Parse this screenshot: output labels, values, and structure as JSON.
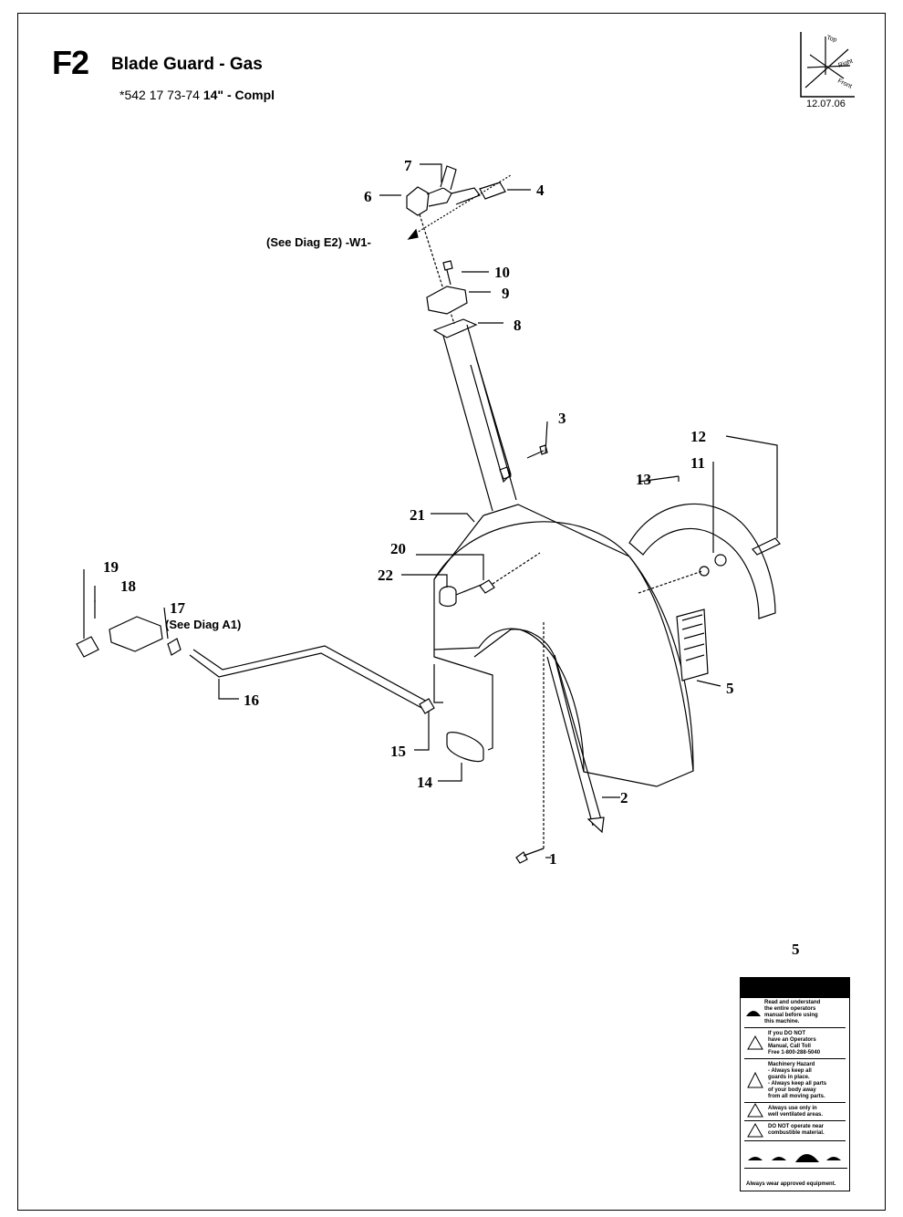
{
  "header": {
    "code": "F2",
    "title": "Blade Guard - Gas",
    "part_number": "*542 17 73-74",
    "part_size": "14\" - Compl"
  },
  "orientation": {
    "labels": [
      "Top",
      "Right",
      "Front"
    ],
    "date": "12.07.06"
  },
  "callouts": [
    {
      "id": "c1",
      "label": "1"
    },
    {
      "id": "c2",
      "label": "2"
    },
    {
      "id": "c3",
      "label": "3"
    },
    {
      "id": "c4",
      "label": "4"
    },
    {
      "id": "c5",
      "label": "5"
    },
    {
      "id": "c6",
      "label": "6"
    },
    {
      "id": "c7",
      "label": "7"
    },
    {
      "id": "c8",
      "label": "8"
    },
    {
      "id": "c9",
      "label": "9"
    },
    {
      "id": "c10",
      "label": "10"
    },
    {
      "id": "c11",
      "label": "11"
    },
    {
      "id": "c12",
      "label": "12"
    },
    {
      "id": "c13",
      "label": "13"
    },
    {
      "id": "c14",
      "label": "14"
    },
    {
      "id": "c15",
      "label": "15"
    },
    {
      "id": "c16",
      "label": "16"
    },
    {
      "id": "c17",
      "label": "17"
    },
    {
      "id": "c18",
      "label": "18"
    },
    {
      "id": "c19",
      "label": "19"
    },
    {
      "id": "c20",
      "label": "20"
    },
    {
      "id": "c21",
      "label": "21"
    },
    {
      "id": "c22",
      "label": "22"
    },
    {
      "id": "c5b",
      "label": "5"
    }
  ],
  "notes": {
    "see_e2": "(See Diag E2) -W1-",
    "see_a1": "(See Diag A1)"
  },
  "decal": {
    "line1": "Read and understand",
    "line2": "the entire operators",
    "line3": "manual before using",
    "line4": "this machine.",
    "line5": "If you DO NOT",
    "line6": "have an Operators",
    "line7": "Manual, Call Toll",
    "line8": "Free 1-800-288-5040",
    "line9": "Machinery Hazard",
    "line10": "- Always keep all",
    "line11": "guards in place.",
    "line12": "- Always keep all parts",
    "line13": "of your body away",
    "line14": "from all moving parts.",
    "line15": "Always use only in",
    "line16": "well ventilated areas.",
    "line17": "DO NOT operate near",
    "line18": "combustible material.",
    "footer": "Always wear approved equipment."
  }
}
